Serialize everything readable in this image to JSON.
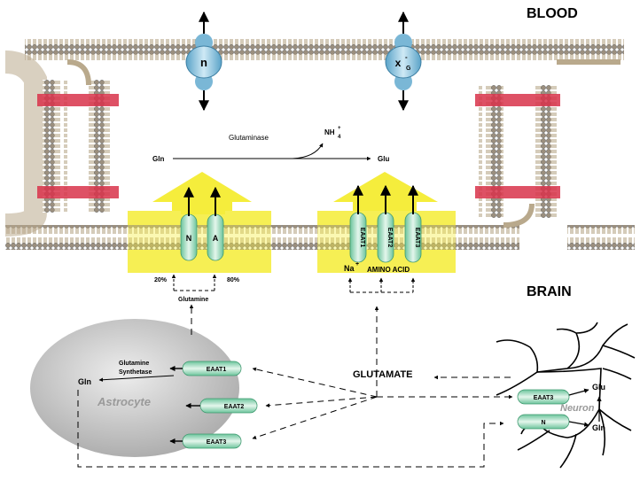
{
  "regions": {
    "blood": "BLOOD",
    "brain": "BRAIN"
  },
  "reaction": {
    "substrate": "Gln",
    "enzyme": "Glutaminase",
    "byproduct": "NH",
    "byproduct_sub": "4",
    "byproduct_sup": "+",
    "product": "Glu"
  },
  "luminal_transporters": {
    "n": "n",
    "xg": "x",
    "xg_sub": "G",
    "xg_sup": "-"
  },
  "abluminal_left": {
    "n_label": "N",
    "a_label": "A",
    "pct_left": "20%",
    "pct_right": "80%",
    "glutamine": "Glutamine"
  },
  "abluminal_right": {
    "eaat1": "EAAT1",
    "eaat2": "EAAT2",
    "eaat3": "EAAT3",
    "na": "Na",
    "na_sup": "+",
    "amino_acid": "AMINO ACID"
  },
  "astrocyte": {
    "name": "Astrocyte",
    "gln": "Gln",
    "enzyme_line1": "Glutamine",
    "enzyme_line2": "Synthetase",
    "transporters": [
      "EAAT1",
      "EAAT2",
      "EAAT3"
    ]
  },
  "glutamate": "GLUTAMATE",
  "neuron": {
    "name": "Neuron",
    "eaat3": "EAAT3",
    "n_label": "N",
    "glu": "Glu",
    "gln": "Gln"
  },
  "colors": {
    "yellow": "#f5ed3c",
    "membrane": "#c9b89a",
    "junction": "#d8334a",
    "transporter_blue": "#7ab7d6",
    "transporter_green": "#8fd2b4",
    "astrocyte_gray": "#c4c4c4"
  }
}
